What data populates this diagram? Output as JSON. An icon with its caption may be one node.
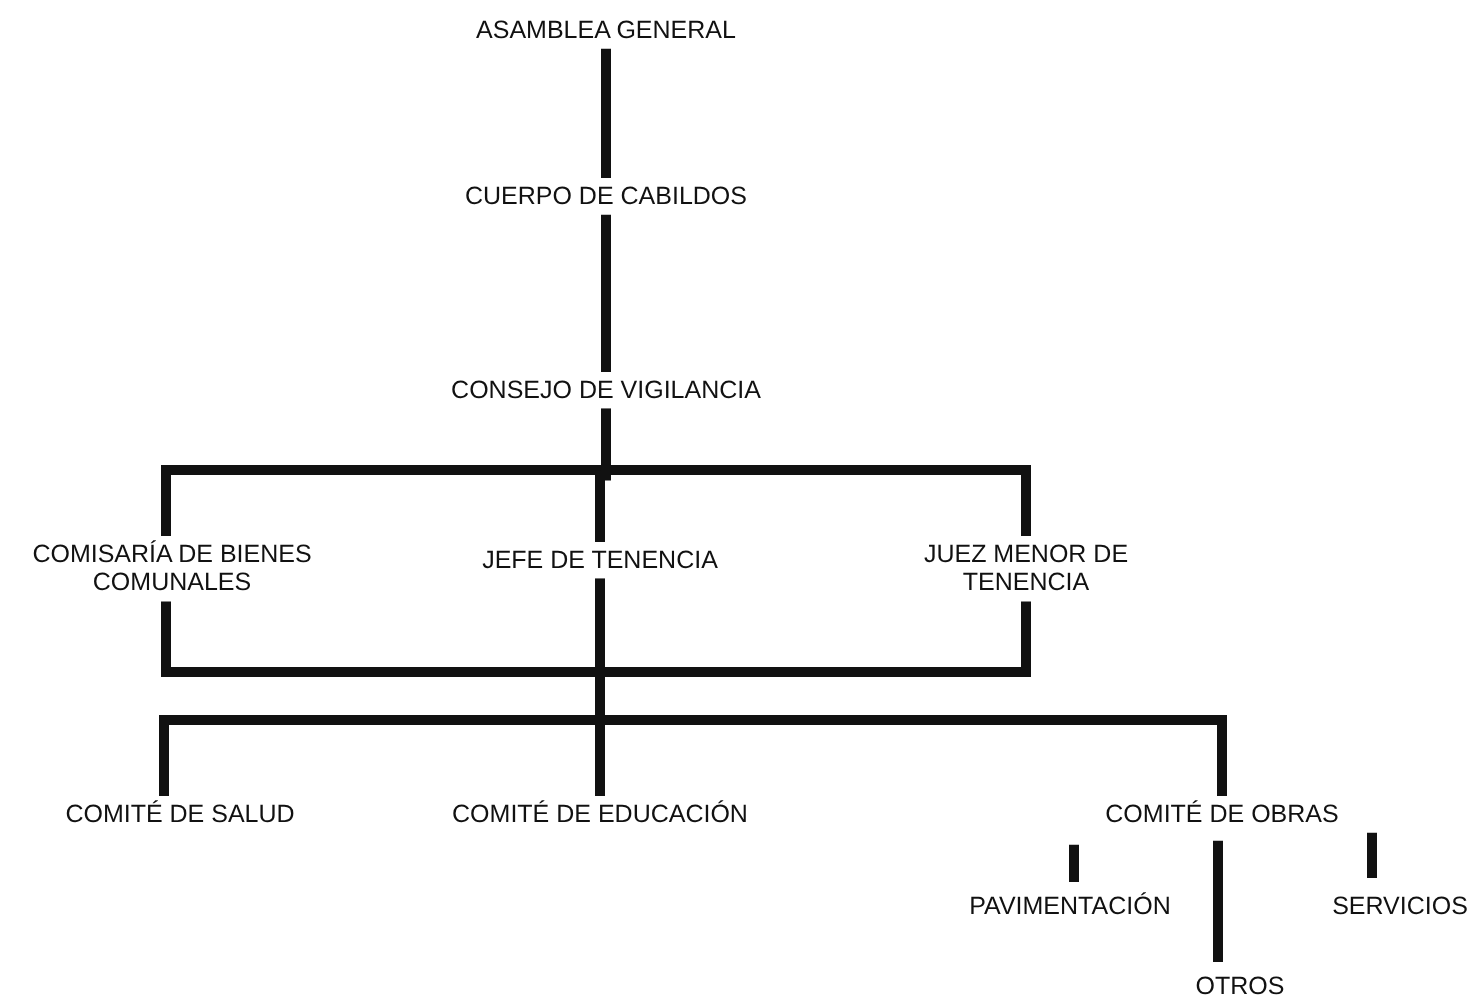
{
  "diagram": {
    "nodes": [
      {
        "text": [
          "ASAMBLEA GENERAL"
        ]
      },
      {
        "text": [
          "CUERPO DE CABILDOS"
        ]
      },
      {
        "text": [
          "CONSEJO DE VIGILANCIA"
        ]
      },
      {
        "text": [
          "COMISARÍA DE BIENES COMUNALES"
        ]
      },
      {
        "text": [
          "JEFE DE TENENCIA"
        ]
      },
      {
        "text": [
          "JUEZ MENOR DE TENENCIA"
        ]
      },
      {
        "text": [
          "COMITÉ DE SALUD"
        ]
      },
      {
        "text": [
          "COMITÉ DE EDUCACIÓN"
        ]
      },
      {
        "text": [
          "COMITÉ DE OBRAS"
        ]
      },
      {
        "text": [
          "PAVIMENTACIÓN"
        ]
      },
      {
        "text": [
          "OTROS"
        ]
      },
      {
        "text": [
          "SERVICIOS"
        ]
      }
    ],
    "edges": [
      {
        "from": 0,
        "to": 1,
        "arrow": "none"
      },
      {
        "from": 1,
        "to": 2,
        "arrow": "none"
      },
      {
        "from": 2,
        "to": 3,
        "arrow": "none"
      },
      {
        "from": 2,
        "to": 4,
        "arrow": "none"
      },
      {
        "from": 2,
        "to": 5,
        "arrow": "none"
      },
      {
        "from": 3,
        "to": 5,
        "arrow": "none"
      },
      {
        "from": 4,
        "to": 6,
        "arrow": "none"
      },
      {
        "from": 4,
        "to": 7,
        "arrow": "none"
      },
      {
        "from": 4,
        "to": 8,
        "arrow": "none"
      },
      {
        "from": 8,
        "to": 9,
        "arrow": "none"
      },
      {
        "from": 8,
        "to": 10,
        "arrow": "none"
      },
      {
        "from": 8,
        "to": 11,
        "arrow": "none"
      }
    ]
  }
}
